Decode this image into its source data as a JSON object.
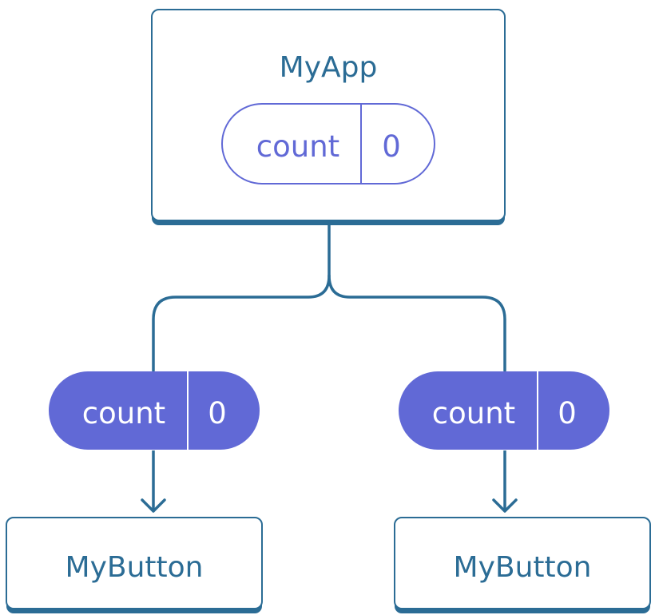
{
  "colors": {
    "edge": "#2b6c95",
    "box_text": "#2b6c95",
    "prop_accent": "#6169d6",
    "filled_pill_text": "#ffffff",
    "background": "#ffffff"
  },
  "parent": {
    "name": "MyApp",
    "state": {
      "label": "count",
      "value": "0"
    }
  },
  "props": [
    {
      "label": "count",
      "value": "0"
    },
    {
      "label": "count",
      "value": "0"
    }
  ],
  "children": [
    {
      "name": "MyButton"
    },
    {
      "name": "MyButton"
    }
  ]
}
